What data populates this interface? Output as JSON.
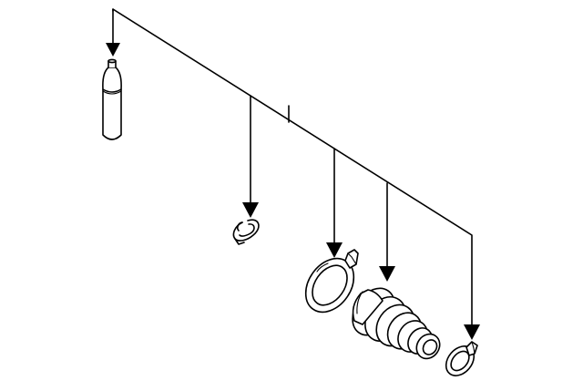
{
  "diagram": {
    "kind": "exploded-parts-diagram",
    "colors": {
      "line": "#000000",
      "background": "#ffffff"
    },
    "parts": [
      {
        "id": "grease-tube",
        "icon": "grease-tube-icon"
      },
      {
        "id": "retaining-clip",
        "icon": "clip-icon"
      },
      {
        "id": "large-boot-clamp",
        "icon": "clamp-band-icon"
      },
      {
        "id": "cv-boot",
        "icon": "bellows-boot-icon"
      },
      {
        "id": "small-boot-clamp",
        "icon": "clamp-ring-icon"
      }
    ]
  }
}
